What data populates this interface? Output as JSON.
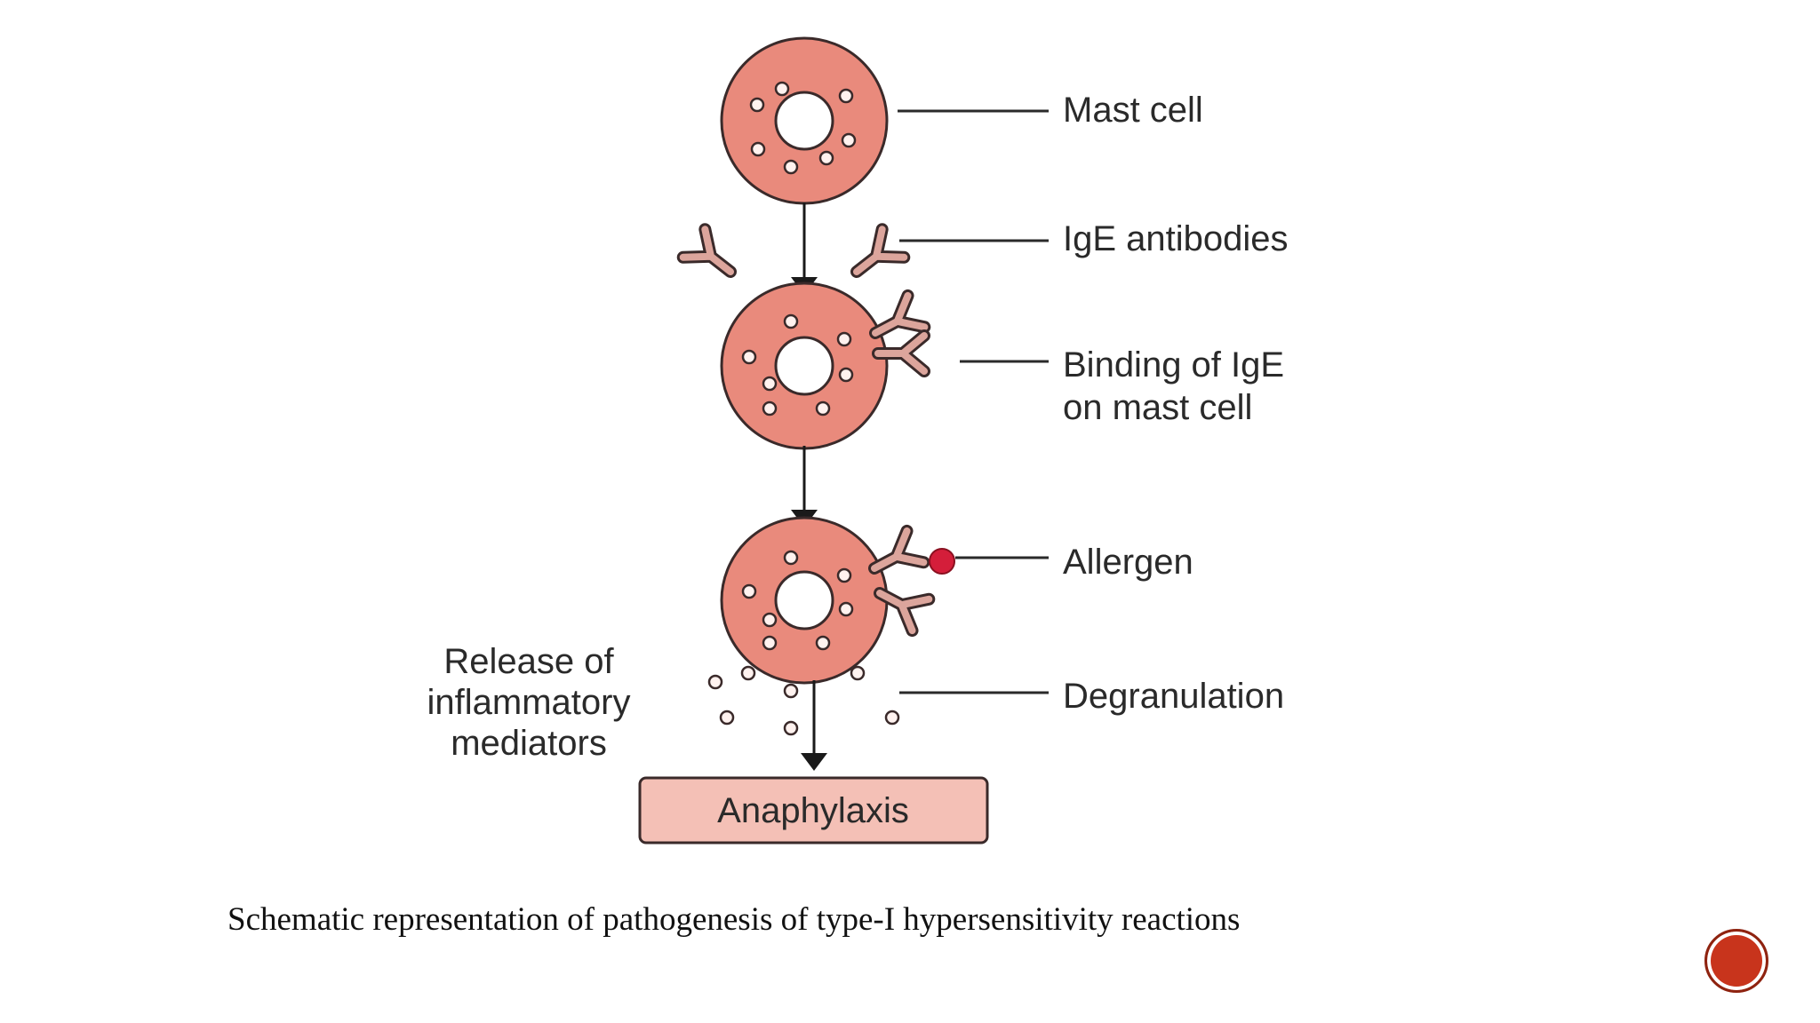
{
  "labels": {
    "mast_cell": "Mast cell",
    "ige_antibodies": "IgE antibodies",
    "binding_line1": "Binding of IgE",
    "binding_line2": "on mast cell",
    "allergen": "Allergen",
    "degranulation": "Degranulation",
    "release_line1": "Release of",
    "release_line2": "inflammatory",
    "release_line3": "mediators",
    "outcome": "Anaphylaxis"
  },
  "caption": "Schematic representation of pathogenesis of type-I hypersensitivity reactions",
  "colors": {
    "cell_fill": "#e98a7c",
    "cell_stroke": "#3a2a2a",
    "antibody_fill": "#dca59c",
    "allergen": "#d41e3a",
    "outcome_box": "#f4c0b6",
    "slide_badge": "#c8341c"
  }
}
